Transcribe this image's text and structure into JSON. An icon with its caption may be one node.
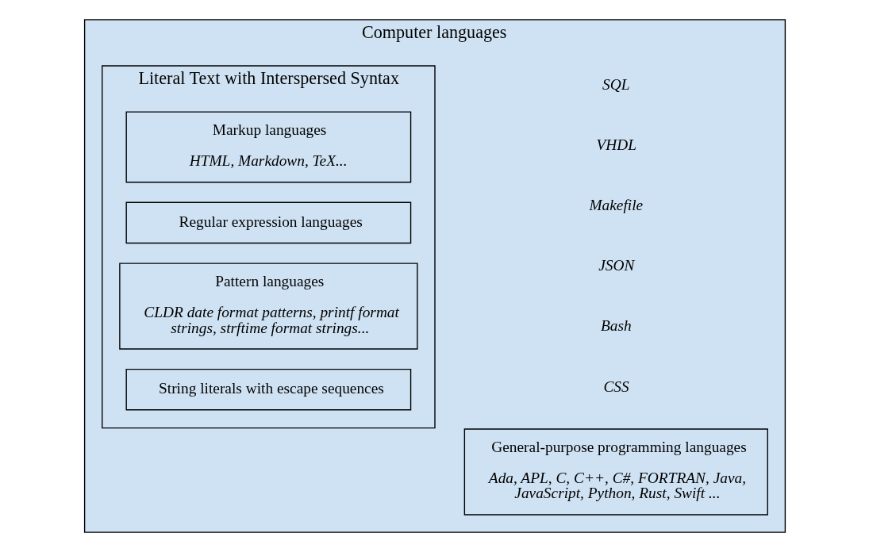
{
  "diagram": {
    "nodes": [
      {
        "text": [
          "Computer languages"
        ]
      },
      {
        "text": [
          "Literal Text with Interspersed Syntax"
        ],
        "in": 0
      },
      {
        "text": [
          "Markup languages",
          "HTML, Markdown, TeX..."
        ],
        "in": 1
      },
      {
        "text": [
          "Regular expression languages"
        ],
        "in": 1
      },
      {
        "text": [
          "Pattern languages",
          "CLDR date format patterns, printf format strings, strftime format strings..."
        ],
        "in": 1
      },
      {
        "text": [
          "String literals with escape sequences"
        ],
        "in": 1
      },
      {
        "text": [
          "General-purpose programming languages",
          "Ada, APL, C, C++, C#, FORTRAN, Java, JavaScript, Python, Rust, Swift ..."
        ],
        "in": 0
      }
    ],
    "edges": [],
    "labels": [
      "CSS",
      "Bash",
      "JSON",
      "Makefile",
      "VHDL",
      "SQL"
    ]
  }
}
